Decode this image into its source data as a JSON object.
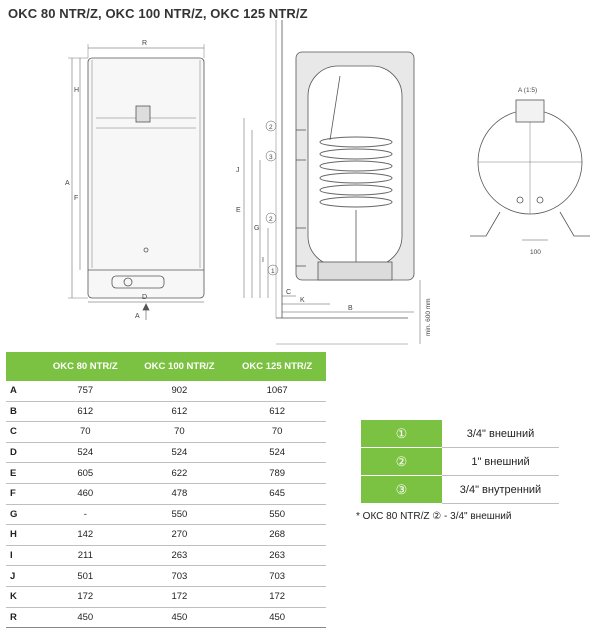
{
  "title": "OKC 80 NTR/Z, OKC 100 NTR/Z, OKC 125 NTR/Z",
  "drawing": {
    "front_labels": [
      "R",
      "H",
      "A",
      "F",
      "D",
      "A"
    ],
    "side_labels": [
      "J",
      "E",
      "G",
      "I",
      "C",
      "K",
      "B"
    ],
    "circled_numbers": [
      "2",
      "3",
      "2",
      "1"
    ],
    "min_label": "min. 600 mm",
    "detail_label": "A (1:5)",
    "detail_dim": "100"
  },
  "dims_table": {
    "columns": [
      "OKC 80 NTR/Z",
      "OKC 100 NTR/Z",
      "OKC 125 NTR/Z"
    ],
    "rows": [
      {
        "key": "A",
        "v": [
          "757",
          "902",
          "1067"
        ]
      },
      {
        "key": "B",
        "v": [
          "612",
          "612",
          "612"
        ]
      },
      {
        "key": "C",
        "v": [
          "70",
          "70",
          "70"
        ]
      },
      {
        "key": "D",
        "v": [
          "524",
          "524",
          "524"
        ]
      },
      {
        "key": "E",
        "v": [
          "605",
          "622",
          "789"
        ]
      },
      {
        "key": "F",
        "v": [
          "460",
          "478",
          "645"
        ]
      },
      {
        "key": "G",
        "v": [
          "-",
          "550",
          "550"
        ]
      },
      {
        "key": "H",
        "v": [
          "142",
          "270",
          "268"
        ]
      },
      {
        "key": "I",
        "v": [
          "211",
          "263",
          "263"
        ]
      },
      {
        "key": "J",
        "v": [
          "501",
          "703",
          "703"
        ]
      },
      {
        "key": "K",
        "v": [
          "172",
          "172",
          "172"
        ]
      },
      {
        "key": "R",
        "v": [
          "450",
          "450",
          "450"
        ]
      }
    ]
  },
  "connections": [
    {
      "num": "①",
      "desc": "3/4\" внешний"
    },
    {
      "num": "②",
      "desc": "1\" внешний"
    },
    {
      "num": "③",
      "desc": "3/4\" внутренний"
    }
  ],
  "footnote": "*  ОКС 80 NTR/Z ② - 3/4\" внешний"
}
